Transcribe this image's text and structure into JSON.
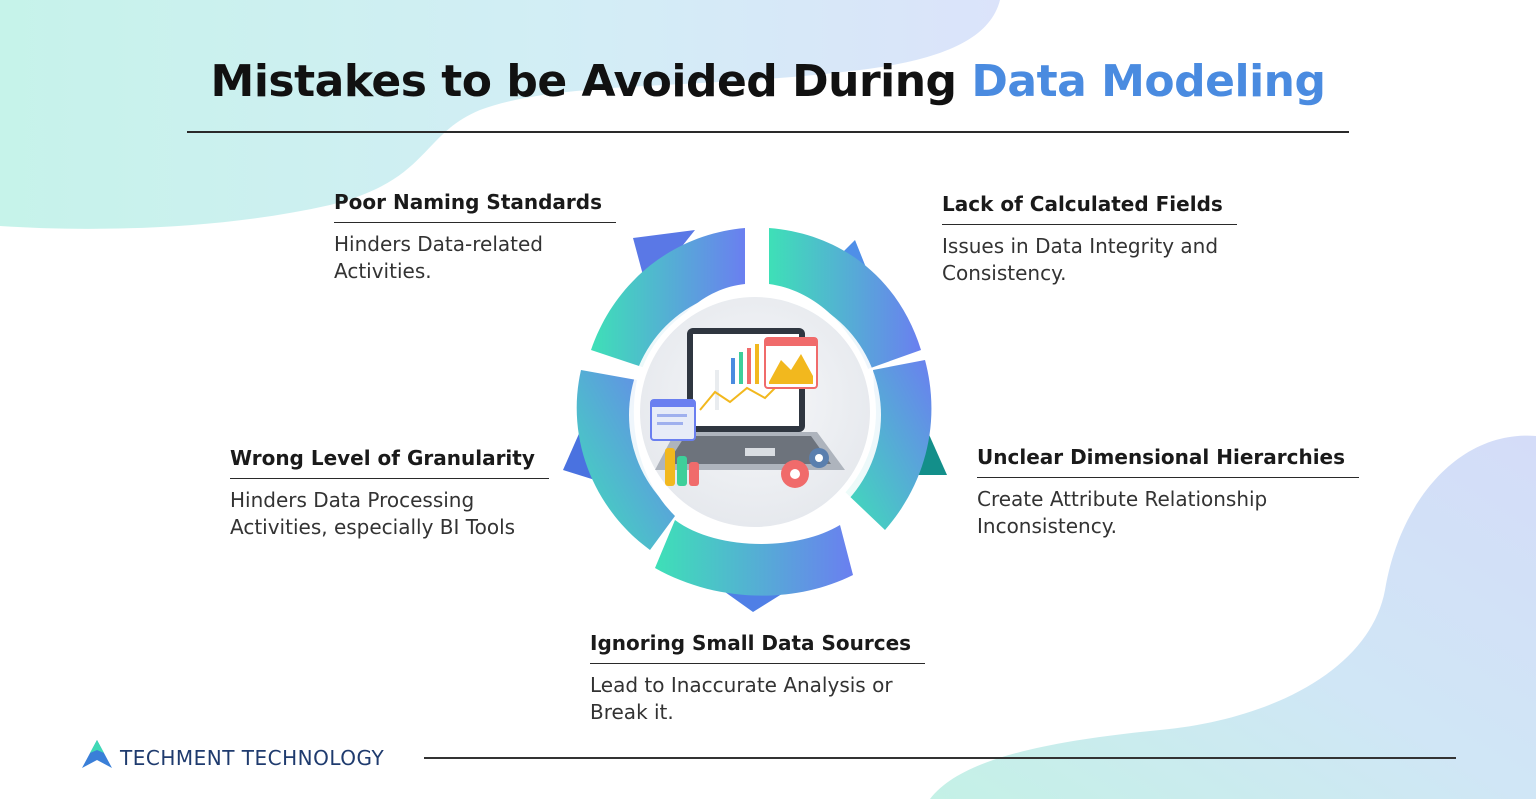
{
  "title": {
    "main": "Mistakes to be Avoided During ",
    "accent": "Data Modeling"
  },
  "items": [
    {
      "heading": "Poor Naming Standards",
      "line1": "Hinders Data-related",
      "line2": "Activities."
    },
    {
      "heading": "Lack of Calculated Fields",
      "line1": "Issues in Data Integrity and",
      "line2": "Consistency."
    },
    {
      "heading": "Wrong Level of Granularity",
      "line1": "Hinders Data Processing",
      "line2": "Activities, especially BI Tools"
    },
    {
      "heading": "Unclear Dimensional Hierarchies",
      "line1": "Create Attribute Relationship",
      "line2": "Inconsistency."
    },
    {
      "heading": "Ignoring Small Data Sources",
      "line1": "Lead to Inaccurate Analysis or",
      "line2": "Break it."
    }
  ],
  "footer": {
    "brand": "TECHMENT TECHNOLOGY"
  },
  "colors": {
    "accent": "#4a8be0",
    "teal": "#3fd9b5",
    "blue": "#6b84ee",
    "bg_mint": "#c8f2ea",
    "bg_lilac": "#d8e0f8"
  },
  "icons": {
    "center": "laptop-analytics-icon",
    "logo": "techment-a-logo-icon"
  }
}
